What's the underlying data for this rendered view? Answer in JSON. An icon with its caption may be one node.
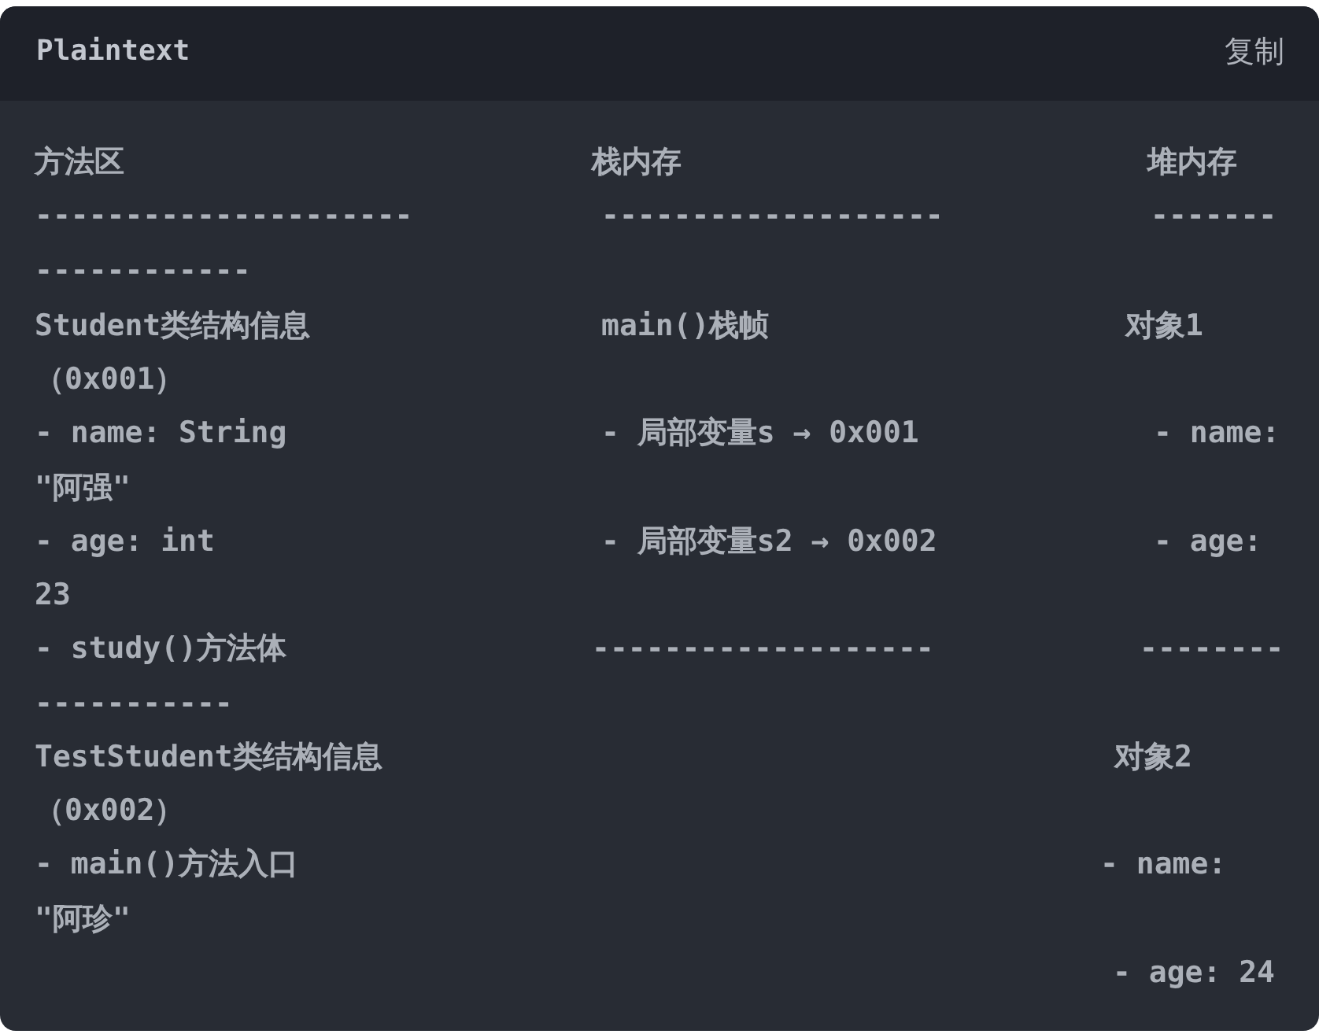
{
  "diagram": {
    "labels": [
      "Plaintext",
      "复制",
      "方法区",
      "栈内存",
      "堆内存",
      "---------------------",
      "-------------------",
      "-------",
      "------------",
      "Student类结构信息",
      "main()栈帧",
      "对象1",
      "（0x001）",
      "- name: String",
      "- 局部变量s → 0x001",
      "- name:",
      "\"阿强\"",
      "- age: int",
      "- 局部变量s2 → 0x002",
      "- age:",
      "23",
      "- study()方法体",
      "-------------------",
      "--------",
      "-----------",
      "TestStudent类结构信息",
      "对象2",
      "（0x002）",
      "- main()方法入口",
      "- name:",
      "\"阿珍\"",
      "- age: 24"
    ]
  }
}
